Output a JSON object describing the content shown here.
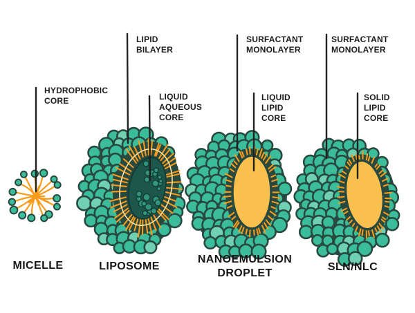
{
  "figure": {
    "background": "#ffffff",
    "callouts": [
      {
        "id": "hydrophobic-core",
        "text": "HYDROPHOBIC\nCORE",
        "points_to": "micelle"
      },
      {
        "id": "lipid-bilayer",
        "text": "LIPID\nBILAYER",
        "points_to": "liposome"
      },
      {
        "id": "liquid-aqueous-core",
        "text": "LIQUID\nAQUEOUS\nCORE",
        "points_to": "liposome"
      },
      {
        "id": "surfactant-monolayer-nanoemulsion",
        "text": "SURFACTANT\nMONOLAYER",
        "points_to": "nanoemulsion-droplet"
      },
      {
        "id": "liquid-lipid-core",
        "text": "LIQUID\nLIPID\nCORE",
        "points_to": "nanoemulsion-droplet"
      },
      {
        "id": "surfactant-monolayer-sln",
        "text": "SURFACTANT\nMONOLAYER",
        "points_to": "sln-nlc"
      },
      {
        "id": "solid-lipid-core",
        "text": "SOLID\nLIPID\nCORE",
        "points_to": "sln-nlc"
      }
    ],
    "structures": [
      {
        "id": "micelle",
        "label": "MICELLE"
      },
      {
        "id": "liposome",
        "label": "LIPOSOME"
      },
      {
        "id": "nanoemulsion-droplet",
        "label": "NANOEMULSION\nDROPLET"
      },
      {
        "id": "sln-nlc",
        "label": "SLN/NLC"
      }
    ],
    "colors": {
      "teal": "#3bbc9a",
      "tealLight": "#6fd0b4",
      "outline": "#27493f",
      "orange": "#f89b1a",
      "cream": "#fce3a9",
      "yellow": "#f9c04d",
      "coreDark": "#1d574b",
      "coreBubble": "#31947b",
      "coreEdge": "#123e35",
      "ink": "#222222"
    }
  }
}
